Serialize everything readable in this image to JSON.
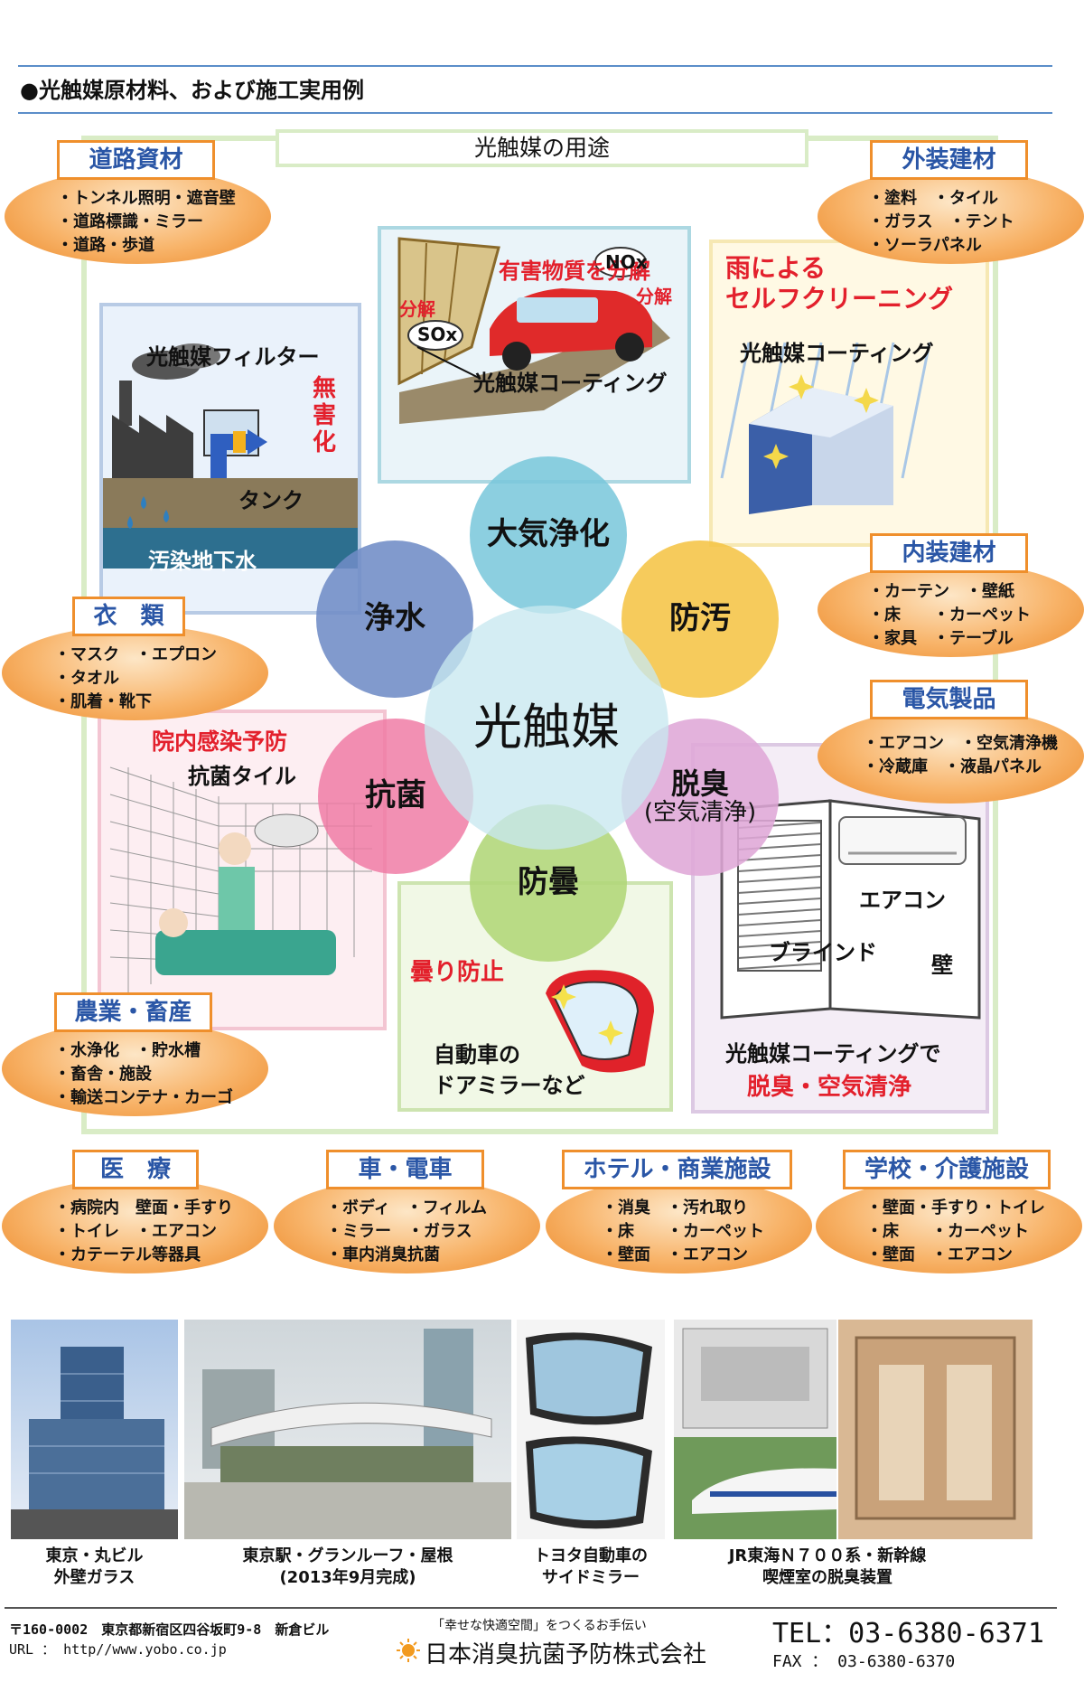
{
  "header": {
    "title": "●光触媒原材料、および施工実用例"
  },
  "uses_title": "光触媒の用途",
  "categories": {
    "road": {
      "label": "道路資材",
      "items": [
        "・トンネル照明・遮音壁",
        "・道路標識・ミラー",
        "・道路・歩道"
      ]
    },
    "exterior": {
      "label": "外装建材",
      "items": [
        "・塗料　・タイル",
        "・ガラス　・テント",
        "・ソーラパネル"
      ]
    },
    "interior": {
      "label": "内装建材",
      "items": [
        "・カーテン　・壁紙",
        "・床　　・カーペット",
        "・家具　・テーブル"
      ]
    },
    "clothing": {
      "label": "衣　類",
      "items": [
        "・マスク　・エプロン",
        "・タオル",
        "・肌着・靴下"
      ]
    },
    "electric": {
      "label": "電気製品",
      "items": [
        "・エアコン　・空気清浄機",
        "・冷蔵庫　・液晶パネル"
      ]
    },
    "agri": {
      "label": "農業・畜産",
      "items": [
        "・水浄化　・貯水槽",
        "・畜舎・施設",
        "・輸送コンテナ・カーゴ"
      ]
    },
    "medical": {
      "label": "医　療",
      "items": [
        "・病院内　壁面・手すり",
        "・トイレ　・エアコン",
        "・カテーテル等器具"
      ]
    },
    "car": {
      "label": "車・電車",
      "items": [
        "・ボディ　・フィルム",
        "・ミラー　・ガラス",
        "・車内消臭抗菌"
      ]
    },
    "hotel": {
      "label": "ホテル・商業施設",
      "items": [
        "・消臭　・汚れ取り",
        "・床　　・カーペット",
        "・壁面　・エアコン"
      ]
    },
    "school": {
      "label": "学校・介護施設",
      "items": [
        "・壁面・手すり・トイレ",
        "・床　　・カーペット",
        "・壁面　・エアコン"
      ]
    }
  },
  "panels": {
    "water": {
      "filter": "光触媒フィルター",
      "harmless": "無害化",
      "tank": "タンク",
      "groundwater": "汚染地下水"
    },
    "air": {
      "decompose_title": "有害物質を分解",
      "decompose": "分解",
      "sox": "SOx",
      "nox": "NOx",
      "coating": "光触媒コーティング"
    },
    "self": {
      "title1": "雨による",
      "title2": "セルフクリーニング",
      "coating": "光触媒コーティング"
    },
    "hospital": {
      "title": "院内感染予防",
      "tile": "抗菌タイル"
    },
    "fog": {
      "title": "曇り防止",
      "line1": "自動車の",
      "line2": "ドアミラーなど"
    },
    "deodor": {
      "aircon": "エアコン",
      "blind": "ブラインド",
      "wall": "壁",
      "line1": "光触媒コーティングで",
      "line2": "脱臭・空気清浄"
    }
  },
  "circles": {
    "main": "光触媒",
    "air": "大気浄化",
    "water": "浄水",
    "stain": "防汚",
    "antibac": "抗菌",
    "deodor": "脱臭",
    "deodor_sub": "(空気清浄)",
    "fog": "防曇"
  },
  "photos": [
    {
      "caption1": "東京・丸ビル",
      "caption2": "外壁ガラス"
    },
    {
      "caption1": "東京駅・グランルーフ・屋根",
      "caption2": "(2013年9月完成)"
    },
    {
      "caption1": "トヨタ自動車の",
      "caption2": "サイドミラー"
    },
    {
      "caption1": "JR東海Ｎ７００系・新幹線",
      "caption2": "喫煙室の脱臭装置"
    }
  ],
  "footer": {
    "address": "〒160-0002　東京都新宿区四谷坂町9-8　新倉ビル",
    "url": "URL ： http//www.yobo.co.jp",
    "tagline": "「幸せな快適空間」をつくるお手伝い",
    "company": "日本消臭抗菌予防株式会社",
    "tel": "TEL：03-6380-6371",
    "fax": "FAX ： 03-6380-6370"
  }
}
